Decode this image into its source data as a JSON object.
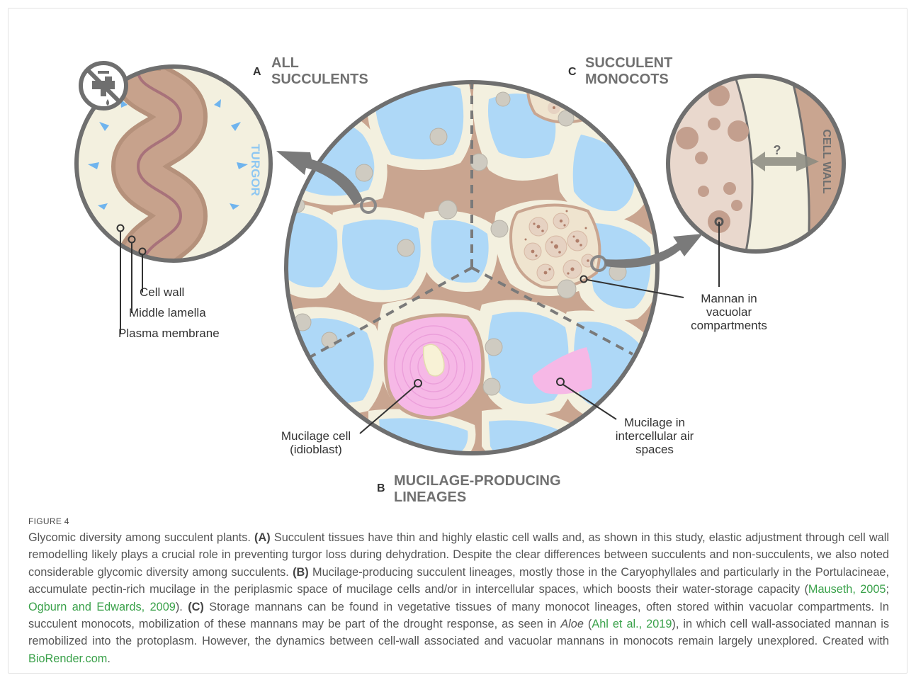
{
  "panels": {
    "a": {
      "letter": "A",
      "title_line1": "ALL",
      "title_line2": "SUCCULENTS",
      "turgor_label": "TURGOR"
    },
    "b": {
      "letter": "B",
      "title_line1": "MUCILAGE-PRODUCING",
      "title_line2": "LINEAGES"
    },
    "c": {
      "letter": "C",
      "title_line1": "SUCCULENT",
      "title_line2": "MONOCOTS",
      "question_mark": "?",
      "cell_wall_label": "CELL WALL"
    }
  },
  "labels": {
    "cell_wall": "Cell wall",
    "middle_lamella": "Middle lamella",
    "plasma_membrane": "Plasma membrane",
    "mannan_line1": "Mannan in",
    "mannan_line2": "vacuolar",
    "mannan_line3": "compartments",
    "mucilage_cell_line1": "Mucilage cell",
    "mucilage_cell_line2": "(idioblast)",
    "mucilage_air_line1": "Mucilage in",
    "mucilage_air_line2": "intercellular air",
    "mucilage_air_line3": "spaces"
  },
  "caption": {
    "figure_label": "FIGURE 4",
    "s1": "Glycomic diversity among succulent plants. ",
    "a_tag": "(A)",
    "s2": " Succulent tissues have thin and highly elastic cell walls and, as shown in this study, elastic adjustment through cell wall remodelling likely plays a crucial role in preventing turgor loss during dehydration. Despite the clear differences between succulents and non-succulents, we also noted considerable glycomic diversity among succulents. ",
    "b_tag": "(B)",
    "s3": " Mucilage-producing succulent lineages, mostly those in the Caryophyllales and particularly in the Portulacineae, accumulate pectin-rich mucilage in the periplasmic space of mucilage cells and/or in intercellular spaces, which boosts their water-storage capacity (",
    "ref1": "Mauseth, 2005",
    "sep1": "; ",
    "ref2": "Ogburn and Edwards, 2009",
    "s4": "). ",
    "c_tag": "(C)",
    "s5": " Storage mannans can be found in vegetative tissues of many monocot lineages, often stored within vacuolar compartments. In succulent monocots, mobilization of these mannans may be part of the drought response, as seen in ",
    "aloe": "Aloe",
    "s6": " (",
    "ref3": "Ahl et al., 2019",
    "s7": "), in which cell wall-associated mannan is remobilized into the protoplasm. However, the dynamics between cell-wall associated and vacuolar mannans in monocots remain largely unexplored. Created with ",
    "ref4": "BioRender.com",
    "s8": "."
  },
  "colors": {
    "vacuole": "#aed8f7",
    "cytoplasm": "#f3f0df",
    "wall": "#c7a28c",
    "wall_dark": "#a27c66",
    "mucilage": "#f6b8e6",
    "rim": "#6f6f6f",
    "caption_ref": "#3aa14a"
  },
  "icons": [
    "no-water-tap-icon",
    "turgor-arrow-icon",
    "double-arrow-icon"
  ]
}
